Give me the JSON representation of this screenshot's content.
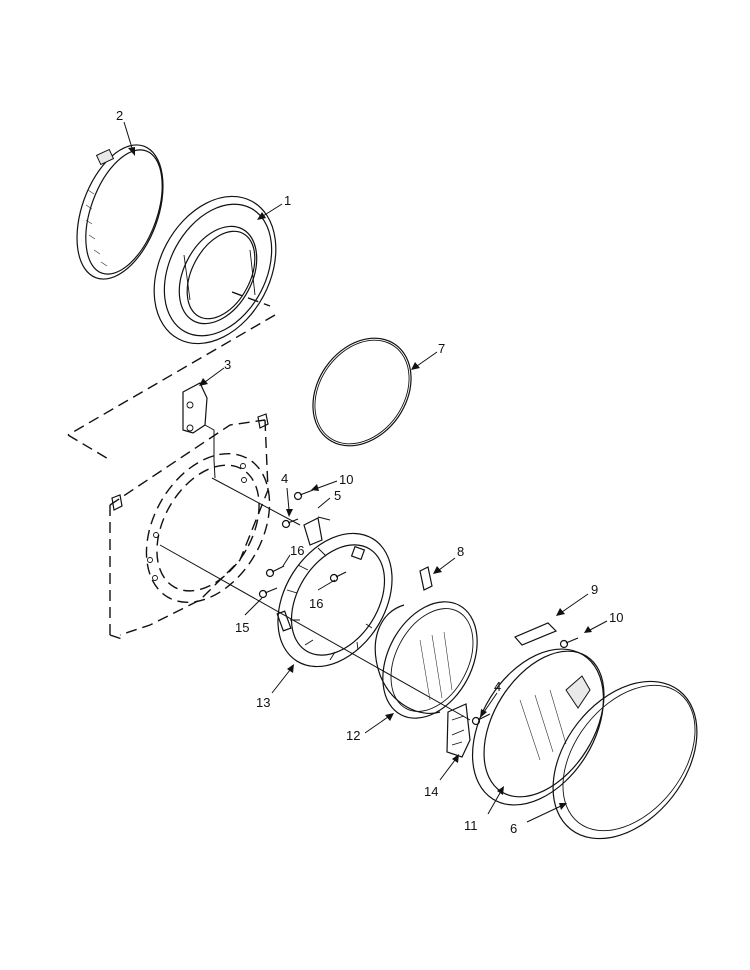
{
  "callouts": {
    "c1": "1",
    "c2": "2",
    "c3": "3",
    "c4a": "4",
    "c4b": "4",
    "c5": "5",
    "c6": "6",
    "c7": "7",
    "c8": "8",
    "c9": "9",
    "c10a": "10",
    "c10b": "10",
    "c11": "11",
    "c12": "12",
    "c13": "13",
    "c14": "14",
    "c15": "15",
    "c16a": "16",
    "c16b": "16"
  }
}
